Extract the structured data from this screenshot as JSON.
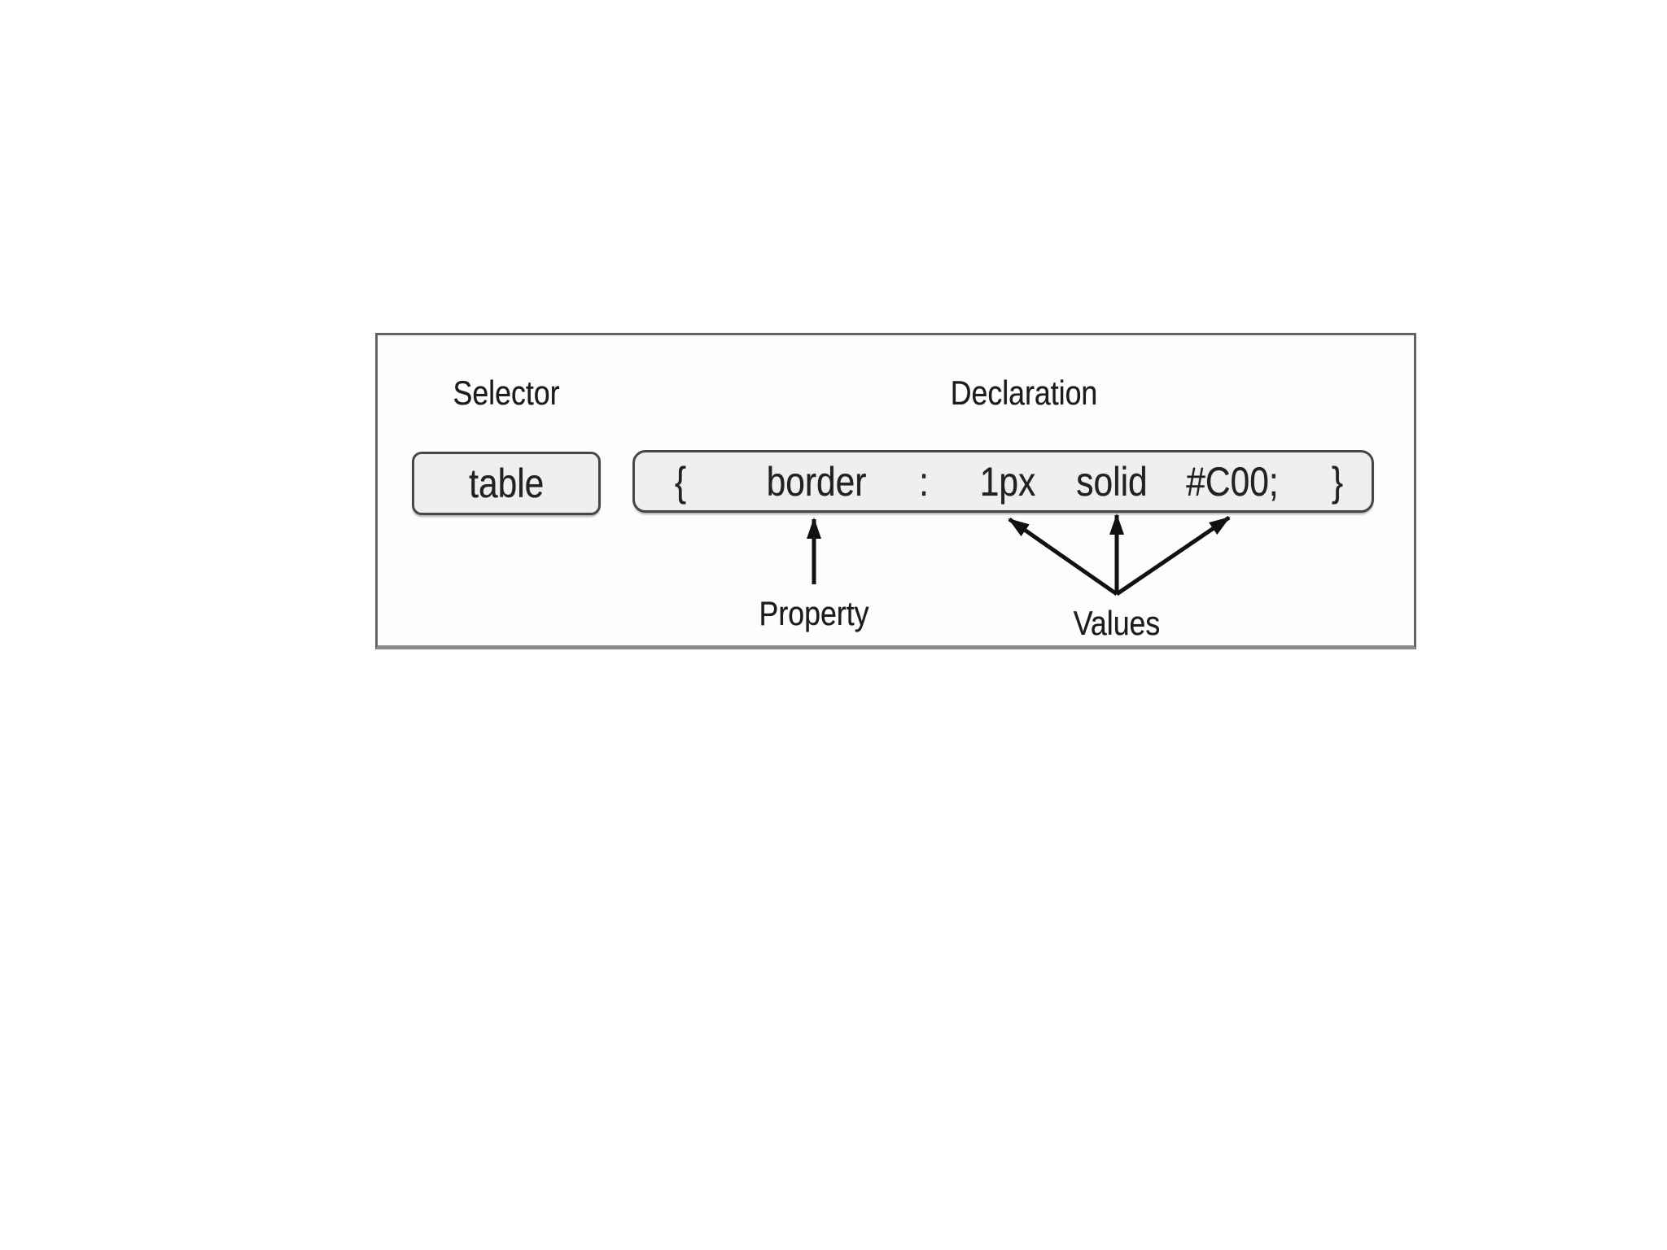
{
  "diagram": {
    "selector_label": "Selector",
    "declaration_label": "Declaration",
    "selector_value": "table",
    "declaration_tokens": [
      "{",
      "border",
      ":",
      "1px",
      "solid",
      "#C00;",
      "}"
    ],
    "property_label": "Property",
    "values_label": "Values",
    "colors": {
      "background": "#ffffff",
      "box_fill": "#efefef",
      "box_border": "#474747",
      "outer_border": "#646464",
      "text": "#1c1c1c",
      "arrow": "#111111"
    }
  }
}
